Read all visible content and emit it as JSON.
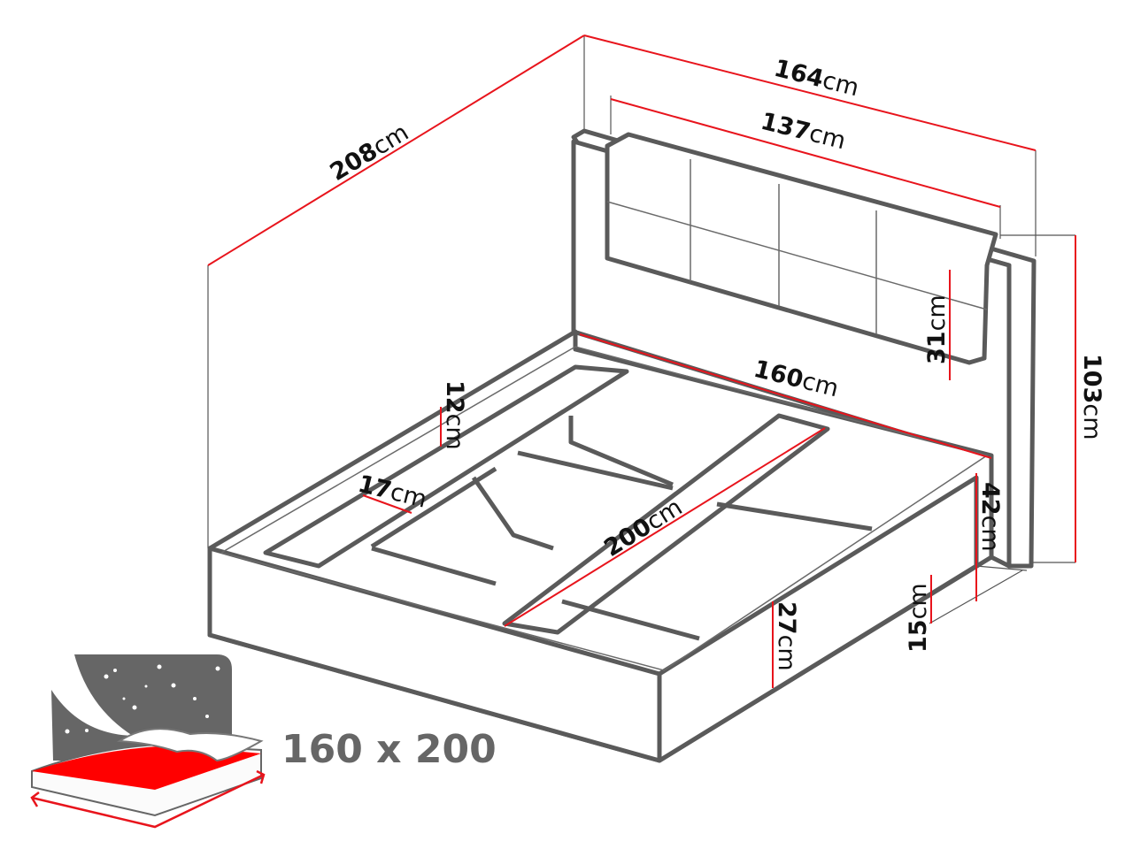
{
  "title": "Bed dimensions diagram",
  "dimensions": [
    {
      "id": "length-total",
      "value": "208",
      "unit": "cm"
    },
    {
      "id": "width-total",
      "value": "164",
      "unit": "cm"
    },
    {
      "id": "headboard-cushion-width",
      "value": "137",
      "unit": "cm"
    },
    {
      "id": "mattress-width",
      "value": "160",
      "unit": "cm"
    },
    {
      "id": "mattress-length",
      "value": "200",
      "unit": "cm"
    },
    {
      "id": "total-height",
      "value": "103",
      "unit": "cm"
    },
    {
      "id": "cushion-height",
      "value": "31",
      "unit": "cm"
    },
    {
      "id": "side-height",
      "value": "42",
      "unit": "cm"
    },
    {
      "id": "frame-height",
      "value": "27",
      "unit": "cm"
    },
    {
      "id": "leg-height",
      "value": "15",
      "unit": "cm"
    },
    {
      "id": "ledge-depth",
      "value": "12",
      "unit": "cm"
    },
    {
      "id": "ledge-width",
      "value": "17",
      "unit": "cm"
    }
  ],
  "mattress_size": "160 x 200",
  "colors": {
    "accent": "#e8141c",
    "outline": "#5a5a5a",
    "icon": "#666666"
  }
}
